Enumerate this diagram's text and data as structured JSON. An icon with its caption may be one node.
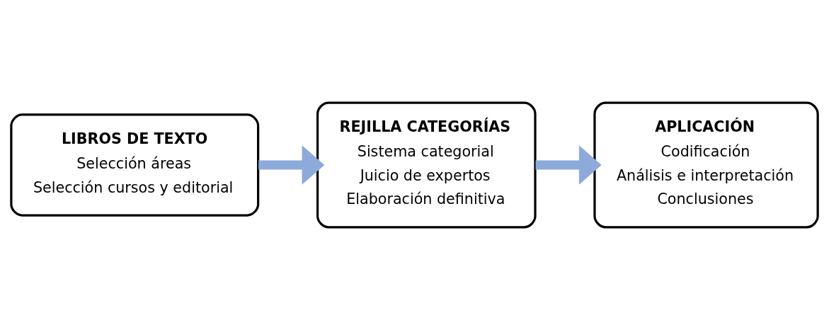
{
  "diagram": {
    "nodes": [
      {
        "text": [
          "LIBROS DE TEXTO",
          "Selección áreas",
          "Selección cursos y editorial"
        ]
      },
      {
        "text": [
          "REJILLA CATEGORÍAS",
          "Sistema categorial",
          "Juicio de expertos",
          "Elaboración definitiva"
        ]
      },
      {
        "text": [
          "APLICACIÓN",
          "Codificación",
          "Análisis e interpretación",
          "Conclusiones"
        ]
      }
    ],
    "edges": [
      {
        "from": 0,
        "to": 1,
        "arrow": "to"
      },
      {
        "from": 1,
        "to": 2,
        "arrow": "to"
      }
    ]
  }
}
